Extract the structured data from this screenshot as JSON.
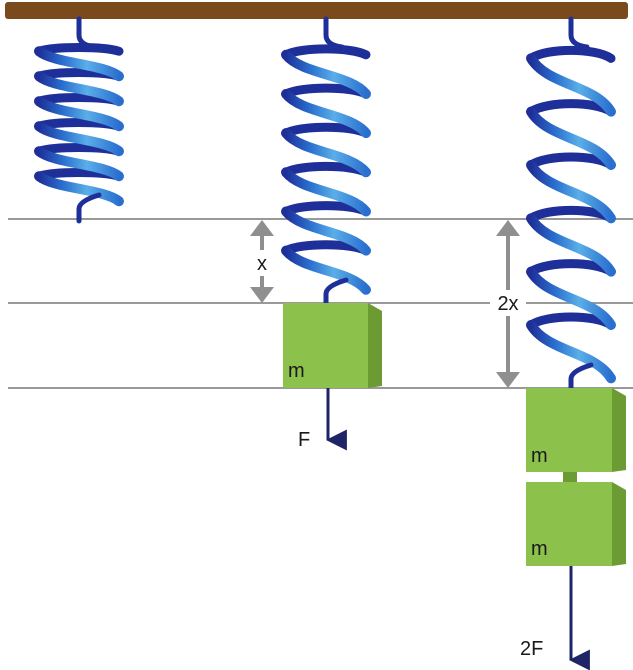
{
  "labels": {
    "displacement_single": "x",
    "displacement_double": "2x",
    "force_single": "F",
    "force_double": "2F",
    "mass_1": "m",
    "mass_2": "m",
    "mass_3": "m"
  },
  "colors": {
    "ceiling": "#7a4a1c",
    "spring_light": "#5aaee8",
    "spring_mid": "#2a6fcf",
    "spring_dark": "#1e2f99",
    "mass_front": "#8cc24b",
    "mass_side": "#6c9a33",
    "mass_top": "#b3d97a",
    "guide_line": "#999999",
    "measure_arrow": "#8f8f8f",
    "force_arrow": "#1f2466"
  }
}
